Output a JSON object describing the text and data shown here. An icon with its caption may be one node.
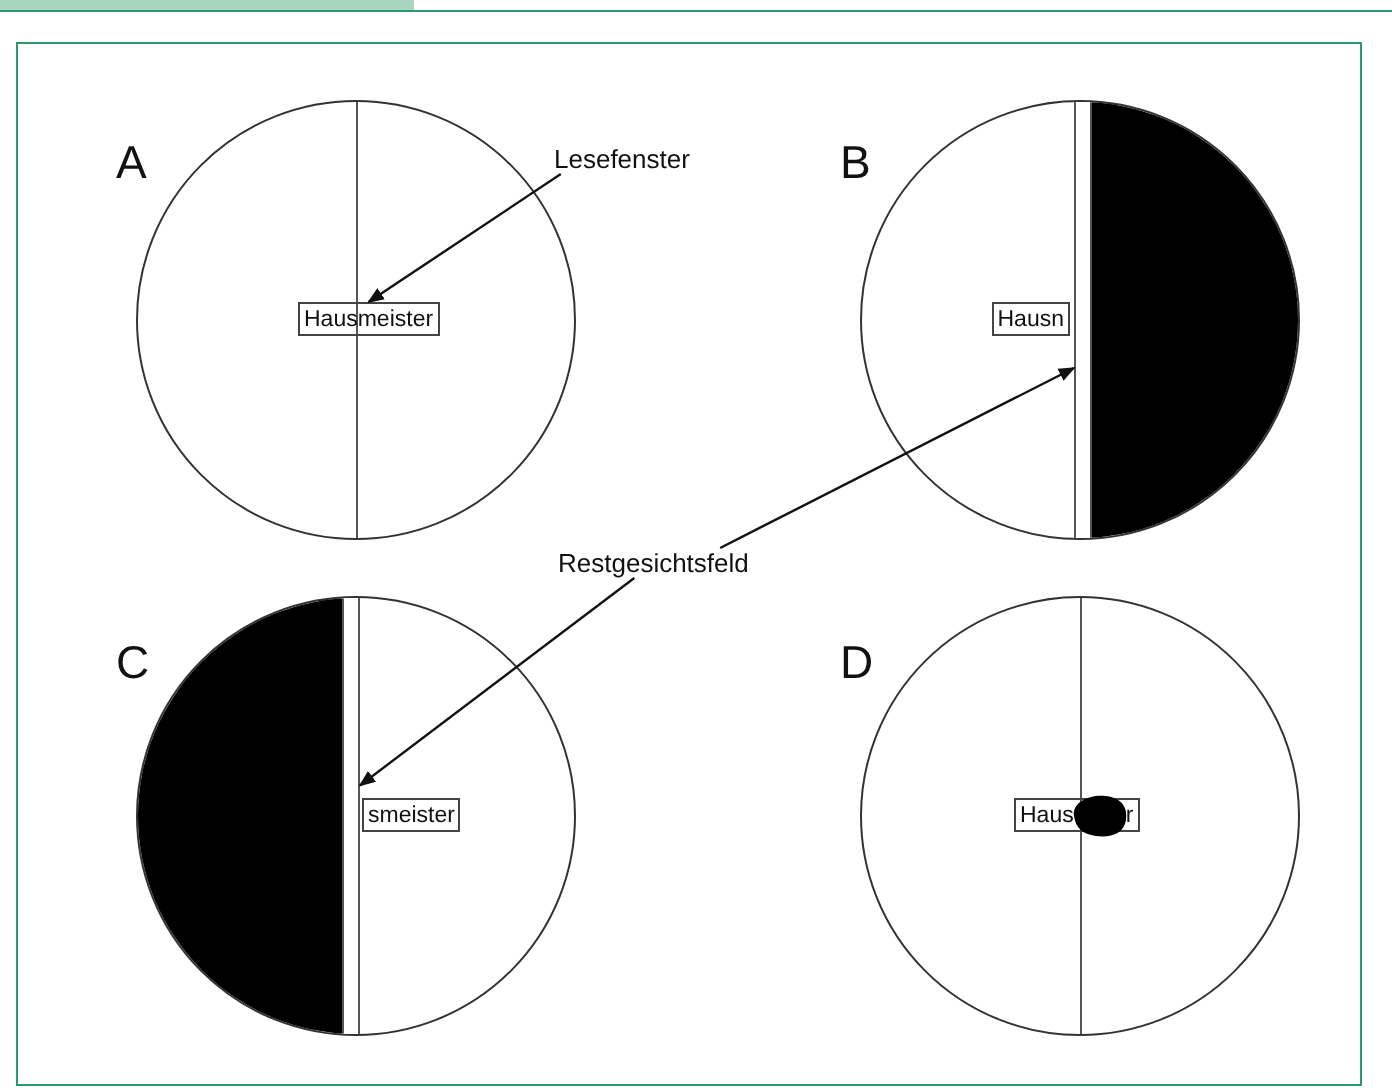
{
  "diagram": {
    "nodes": [
      {
        "text": [],
        "shape": "circle"
      },
      {
        "text": [
          "Hausmeister"
        ],
        "in": 0
      },
      {
        "text": [
          "Lesefenster"
        ]
      },
      {
        "text": [],
        "shape": "circle"
      },
      {
        "text": [],
        "shape": "bar",
        "in": 3
      },
      {
        "text": [
          "Hausn"
        ],
        "in": 3
      },
      {
        "text": [
          "Restgesichtsfeld"
        ]
      },
      {
        "text": [],
        "shape": "circle"
      },
      {
        "text": [],
        "shape": "bar",
        "in": 7
      },
      {
        "text": [
          "smeister"
        ],
        "in": 7
      },
      {
        "text": [],
        "shape": "circle"
      },
      {
        "text": [
          "Haus",
          "r"
        ],
        "in": 10
      }
    ],
    "edges": [
      {
        "from": 2,
        "to": 1,
        "arrow": "to"
      },
      {
        "from": 6,
        "to": 4,
        "arrow": "to"
      },
      {
        "from": 6,
        "to": 8,
        "arrow": "to"
      }
    ],
    "labels": [
      "A",
      "B",
      "C",
      "D"
    ]
  }
}
